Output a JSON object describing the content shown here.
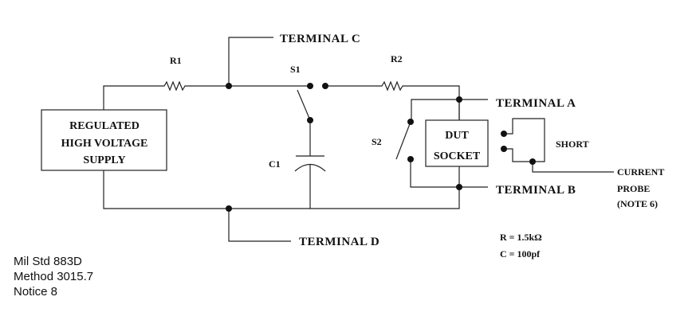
{
  "components": {
    "supply": [
      "REGULATED",
      "HIGH VOLTAGE",
      "SUPPLY"
    ],
    "dut": [
      "DUT",
      "SOCKET"
    ],
    "r1": "R1",
    "r2": "R2",
    "s1": "S1",
    "s2": "S2",
    "c1": "C1"
  },
  "terminals": {
    "a": "TERMINAL A",
    "b": "TERMINAL B",
    "c": "TERMINAL C",
    "d": "TERMINAL D"
  },
  "short_label": "SHORT",
  "probe": [
    "CURRENT",
    "PROBE",
    "(NOTE 6)"
  ],
  "values": {
    "r": "R = 1.5kΩ",
    "c": "C = 100pf"
  },
  "notes": [
    "Mil Std 883D",
    "Method 3015.7",
    "Notice 8"
  ]
}
